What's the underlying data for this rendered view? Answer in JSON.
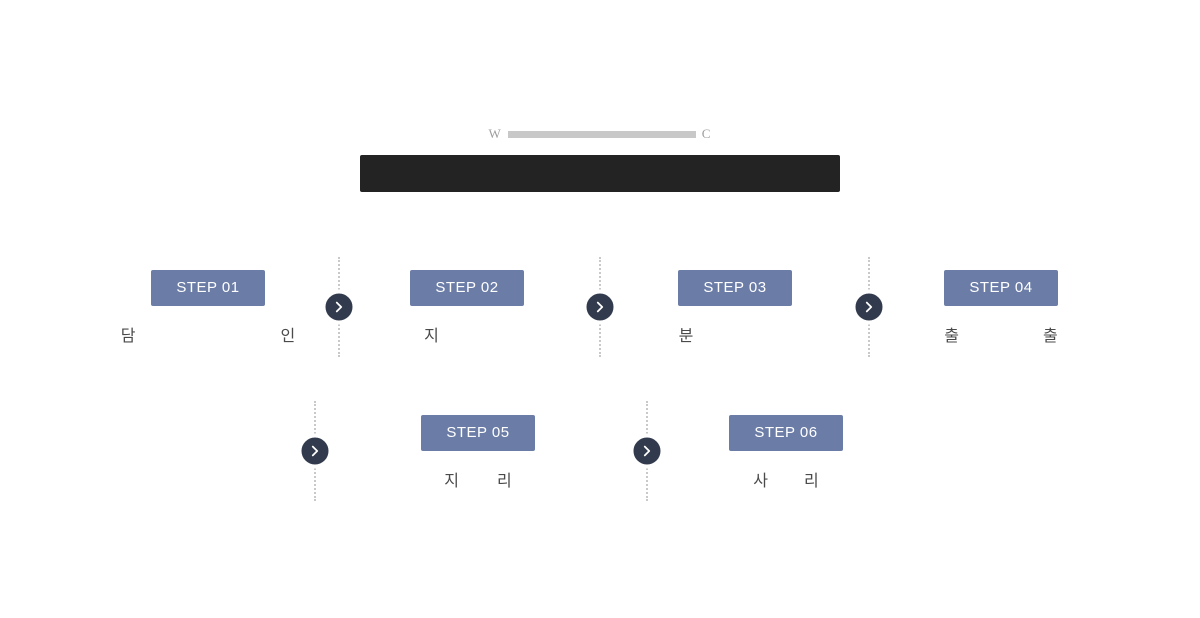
{
  "eyebrow": {
    "left_char": "W",
    "right_char": "C"
  },
  "title_bar": {
    "text": ""
  },
  "steps": [
    {
      "label": "STEP 01",
      "caption_left": "담",
      "caption_right": "인"
    },
    {
      "label": "STEP 02",
      "caption_left": "지",
      "caption_right": ""
    },
    {
      "label": "STEP 03",
      "caption_left": "분",
      "caption_right": ""
    },
    {
      "label": "STEP 04",
      "caption_left": "출",
      "caption_right": "출"
    },
    {
      "label": "STEP 05",
      "caption_left": "지",
      "caption_right": "리"
    },
    {
      "label": "STEP 06",
      "caption_left": "사",
      "caption_right": "리"
    }
  ],
  "colors": {
    "step_badge_bg": "#6b7da7",
    "step_badge_text": "#ffffff",
    "title_bar_bg": "#232323",
    "arrow_circle_bg": "#323b4d",
    "dotted_line": "#c9c9c9",
    "eyebrow_bar": "#c8c8c8",
    "caption_text": "#4a4a4a"
  }
}
